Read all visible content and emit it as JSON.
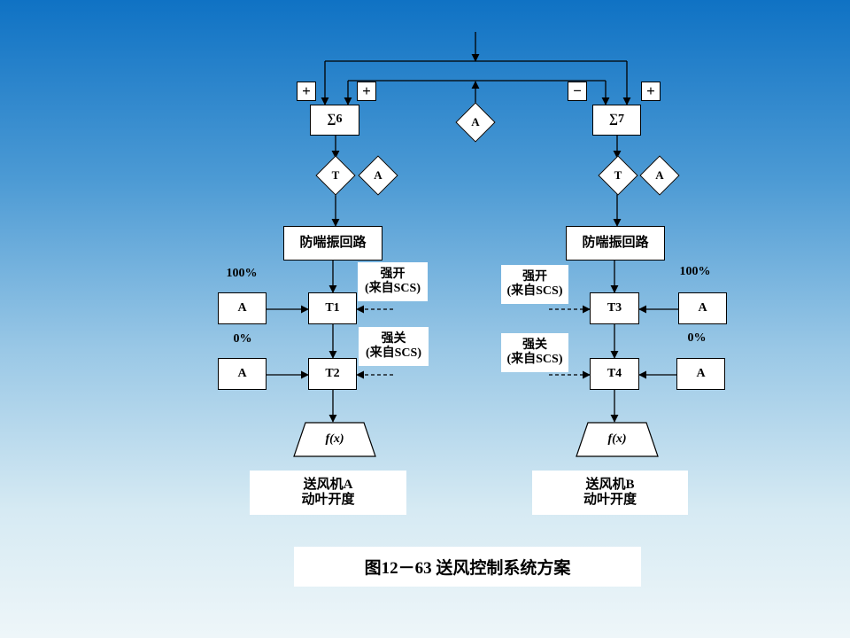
{
  "sum_left": "∑6",
  "sum_right": "∑7",
  "signs": {
    "left_a": "+",
    "left_b": "+",
    "right_a": "−",
    "right_b": "+"
  },
  "center_a": "A",
  "t_left": "T",
  "a_left": "A",
  "t_right": "T",
  "a_right": "A",
  "anti_left": "防喘振回路",
  "anti_right": "防喘振回路",
  "pct_100": "100%",
  "pct_0": "0%",
  "force_open": [
    "强开",
    "(来自SCS)"
  ],
  "force_close": [
    "强关",
    "(来自SCS)"
  ],
  "left_blocks": {
    "a_top": "A",
    "a_bottom": "A",
    "t1": "T1",
    "t2": "T2"
  },
  "right_blocks": {
    "a_top": "A",
    "a_bottom": "A",
    "t3": "T3",
    "t4": "T4"
  },
  "fx": "f(x)",
  "output_left": [
    "送风机A",
    "动叶开度"
  ],
  "output_right": [
    "送风机B",
    "动叶开度"
  ],
  "caption": "图12－63  送风控制系统方案",
  "colors": {
    "bg_top": "#0f72c4",
    "bg_bottom": "#eef6f9",
    "block_fill": "#ffffff",
    "line": "#000000"
  }
}
